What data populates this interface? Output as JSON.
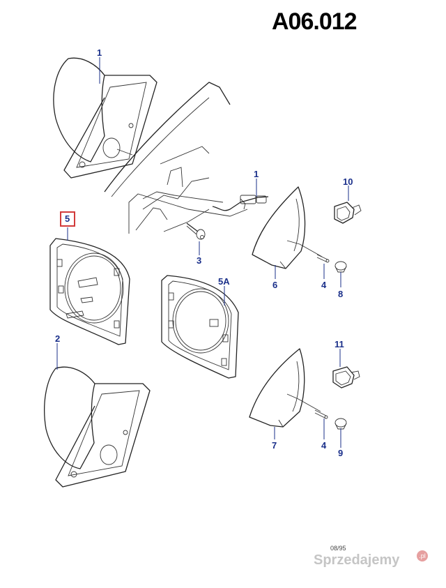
{
  "title": "A06.012",
  "callouts": {
    "c1a": "1",
    "c1b": "1",
    "c2": "2",
    "c3": "3",
    "c4a": "4",
    "c4b": "4",
    "c5": "5",
    "c5a": "5A",
    "c6": "6",
    "c7": "7",
    "c8": "8",
    "c9": "9",
    "c10": "10",
    "c11": "11"
  },
  "date_code": "08/95",
  "watermark": {
    "text": "Sprzedajemy",
    "badge": ".pl"
  },
  "colors": {
    "callout": "#1a2f8a",
    "highlight_box": "#d23a3a",
    "line": "#222222"
  }
}
